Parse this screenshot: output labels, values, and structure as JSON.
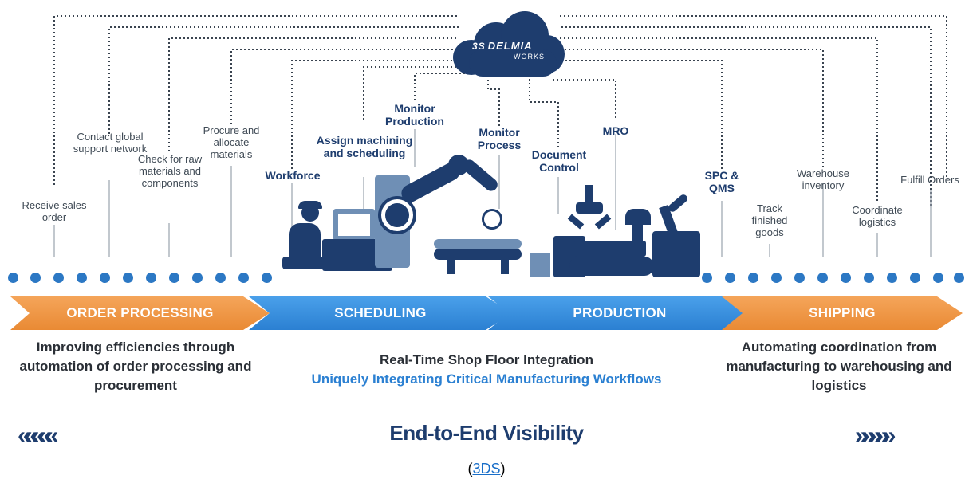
{
  "logo": {
    "ds_mark": "3S",
    "brand": "DELMIA",
    "sub": "WORKS"
  },
  "steps": {
    "receive": "Receive sales order",
    "contact": "Contact global support network",
    "check": "Check for raw materials and components",
    "procure": "Procure and allocate materials",
    "workforce": "Workforce",
    "assign": "Assign machining and scheduling",
    "monitor_production": "Monitor Production",
    "monitor_process": "Monitor Process",
    "document_control": "Document Control",
    "mro": "MRO",
    "spc": "SPC & QMS",
    "track": "Track finished goods",
    "warehouse": "Warehouse inventory",
    "coordinate": "Coordinate logistics",
    "fulfill": "Fulfill Orders"
  },
  "phases": [
    "ORDER PROCESSING",
    "SCHEDULING",
    "PRODUCTION",
    "SHIPPING"
  ],
  "descriptions": {
    "order": "Improving efficiencies through automation of order processing and procurement",
    "center_line1": "Real-Time Shop Floor Integration",
    "center_line2": "Uniquely Integrating Critical Manufacturing Workflows",
    "shipping": "Automating coordination from manufacturing to warehousing and logistics"
  },
  "footer": {
    "left_chevrons": "«««««",
    "visibility": "End-to-End Visibility",
    "right_chevrons": "»»»»»",
    "credit_open": "(",
    "credit_link": "3DS",
    "credit_close": ")"
  },
  "colors": {
    "navy": "#1e3d6e",
    "blue": "#2b80d2",
    "orange": "#e98a34",
    "dot": "#2c78c4"
  }
}
